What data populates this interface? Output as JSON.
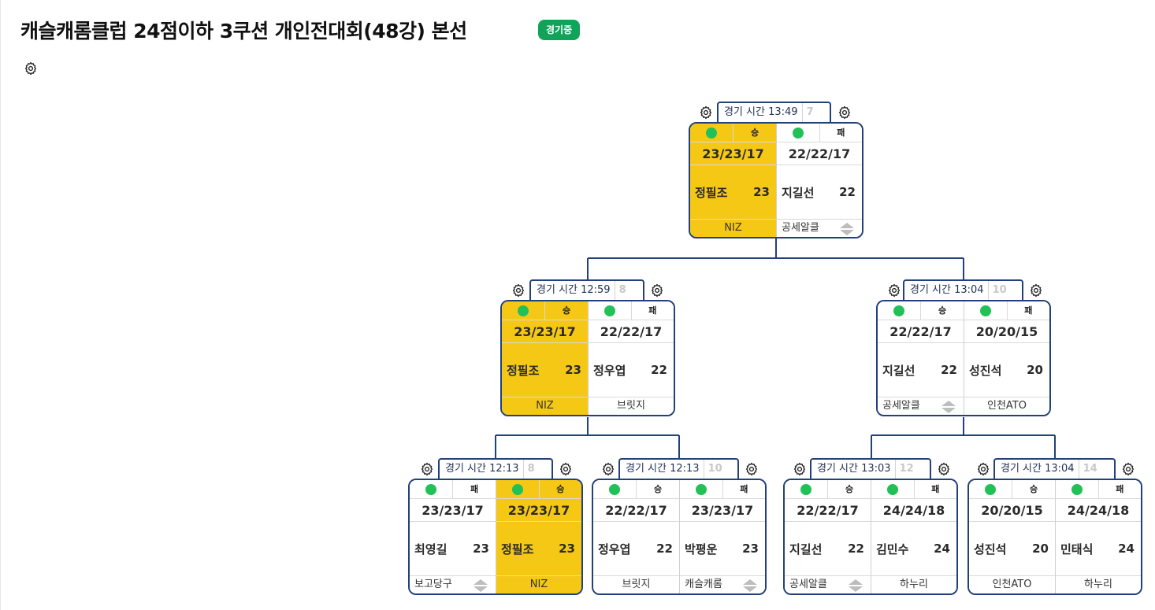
{
  "page": {
    "title": "캐슬캐롬클럽 24점이하 3쿠션 개인전대회(48강) 본선",
    "status": "경기중",
    "colors": {
      "winner": "#f6c816",
      "border": "#22407a",
      "status": "#12a35a",
      "dot": "#21c158"
    }
  },
  "matches": [
    {
      "time": "경기 시간 13:49",
      "table": "7",
      "left": {
        "result": "승",
        "score": "23/23/17",
        "name": "정필조",
        "points": "23",
        "club": "NIZ",
        "winner": true
      },
      "right": {
        "result": "패",
        "score": "22/22/17",
        "name": "지길선",
        "points": "22",
        "club": "공세알클",
        "winner": false
      }
    },
    {
      "time": "경기 시간 12:59",
      "table": "8",
      "left": {
        "result": "승",
        "score": "23/23/17",
        "name": "정필조",
        "points": "23",
        "club": "NIZ",
        "winner": true
      },
      "right": {
        "result": "패",
        "score": "22/22/17",
        "name": "정우엽",
        "points": "22",
        "club": "브릿지",
        "winner": false
      }
    },
    {
      "time": "경기 시간 13:04",
      "table": "10",
      "left": {
        "result": "승",
        "score": "22/22/17",
        "name": "지길선",
        "points": "22",
        "club": "공세알클",
        "winner": false
      },
      "right": {
        "result": "패",
        "score": "20/20/15",
        "name": "성진석",
        "points": "20",
        "club": "인천ATO",
        "winner": false
      }
    },
    {
      "time": "경기 시간 12:13",
      "table": "8",
      "left": {
        "result": "패",
        "score": "23/23/17",
        "name": "최영길",
        "points": "23",
        "club": "보고당구",
        "winner": false
      },
      "right": {
        "result": "승",
        "score": "23/23/17",
        "name": "정필조",
        "points": "23",
        "club": "NIZ",
        "winner": true
      }
    },
    {
      "time": "경기 시간 12:13",
      "table": "10",
      "left": {
        "result": "승",
        "score": "22/22/17",
        "name": "정우엽",
        "points": "22",
        "club": "브릿지",
        "winner": false
      },
      "right": {
        "result": "패",
        "score": "23/23/17",
        "name": "박평운",
        "points": "23",
        "club": "캐슬캐롬",
        "winner": false
      }
    },
    {
      "time": "경기 시간 13:03",
      "table": "12",
      "left": {
        "result": "승",
        "score": "22/22/17",
        "name": "지길선",
        "points": "22",
        "club": "공세알클",
        "winner": false
      },
      "right": {
        "result": "패",
        "score": "24/24/18",
        "name": "김민수",
        "points": "24",
        "club": "하누리",
        "winner": false
      }
    },
    {
      "time": "경기 시간 13:04",
      "table": "14",
      "left": {
        "result": "승",
        "score": "20/20/15",
        "name": "성진석",
        "points": "20",
        "club": "인천ATO",
        "winner": false
      },
      "right": {
        "result": "패",
        "score": "24/24/18",
        "name": "민태식",
        "points": "24",
        "club": "하누리",
        "winner": false
      }
    }
  ]
}
